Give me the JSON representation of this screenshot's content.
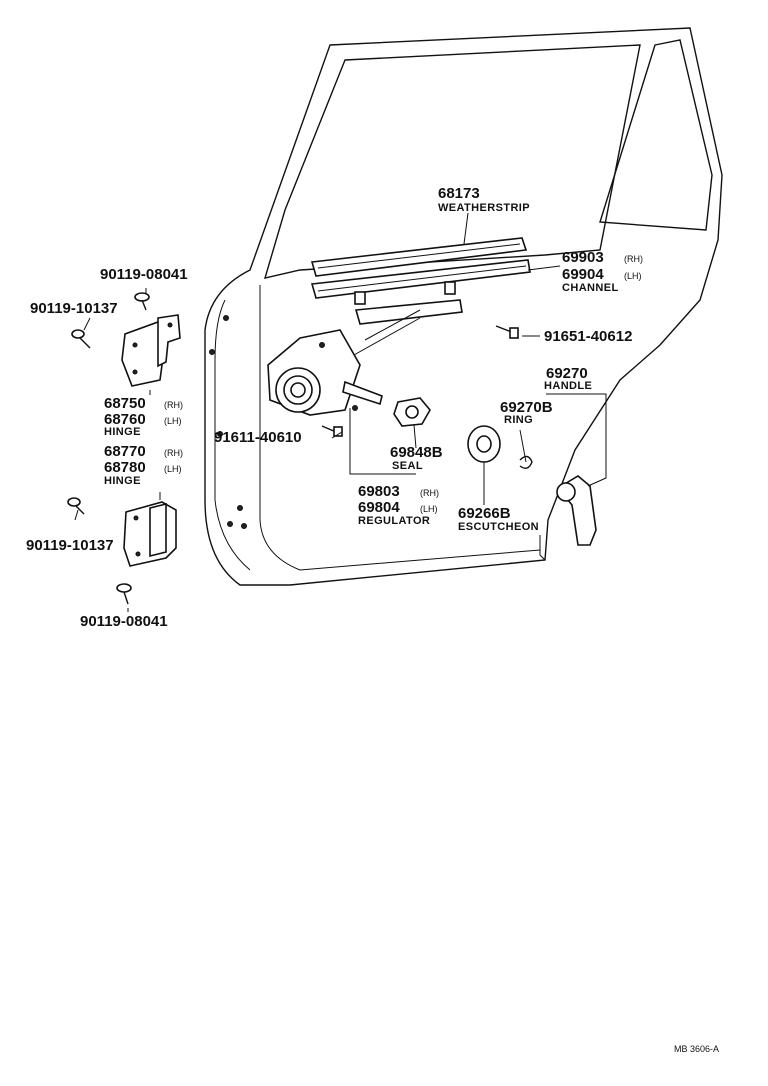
{
  "labels": {
    "weatherstrip": {
      "num": "68173",
      "name": "WEATHERSTRIP"
    },
    "channel": {
      "num_rh": "69903",
      "rh": "(RH)",
      "num_lh": "69904",
      "lh": "(LH)",
      "name": "CHANNEL"
    },
    "bolt_upper": {
      "num": "91651-40612"
    },
    "handle": {
      "num": "69270",
      "name": "HANDLE"
    },
    "ring": {
      "num": "69270B",
      "name": "RING"
    },
    "seal": {
      "num": "69848B",
      "name": "SEAL"
    },
    "bolt_lower": {
      "num": "91611-40610"
    },
    "regulator": {
      "num_rh": "69803",
      "rh": "(RH)",
      "num_lh": "69804",
      "lh": "(LH)",
      "name": "REGULATOR"
    },
    "escutcheon": {
      "num": "69266B",
      "name": "ESCUTCHEON"
    },
    "upper_hinge": {
      "num_rh": "68750",
      "rh": "(RH)",
      "num_lh": "68760",
      "lh": "(LH)",
      "name": "HINGE"
    },
    "lower_hinge": {
      "num_rh": "68770",
      "rh": "(RH)",
      "num_lh": "68780",
      "lh": "(LH)",
      "name": "HINGE"
    },
    "screw_top": {
      "num": "90119-08041"
    },
    "screw_upper_left": {
      "num": "90119-10137"
    },
    "screw_lower_left": {
      "num": "90119-10137"
    },
    "screw_bottom": {
      "num": "90119-08041"
    }
  },
  "code": "MB 3606-A"
}
